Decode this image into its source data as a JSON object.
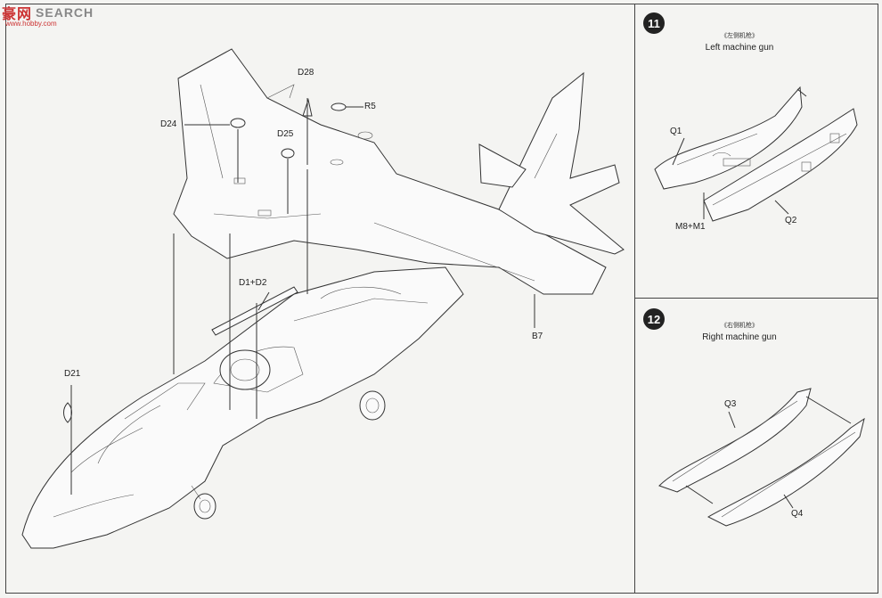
{
  "logo": {
    "mark": "豪",
    "mark2": "网",
    "text": "SEARCH",
    "url": "www.hobby.com"
  },
  "main": {
    "parts": [
      "D28",
      "R5",
      "D24",
      "D25",
      "D1+D2",
      "B7",
      "D21"
    ]
  },
  "step11": {
    "number": "11",
    "caption_cn": "《左侧机枪》",
    "caption_en": "Left machine gun",
    "parts": [
      "Q1",
      "M8+M1",
      "Q2"
    ]
  },
  "step12": {
    "number": "12",
    "caption_cn": "《右侧机枪》",
    "caption_en": "Right machine gun",
    "parts": [
      "Q3",
      "Q4"
    ]
  },
  "colors": {
    "line": "#333333",
    "paper": "#f4f4f2",
    "badge": "#222222",
    "logo_red": "#cc3333"
  }
}
